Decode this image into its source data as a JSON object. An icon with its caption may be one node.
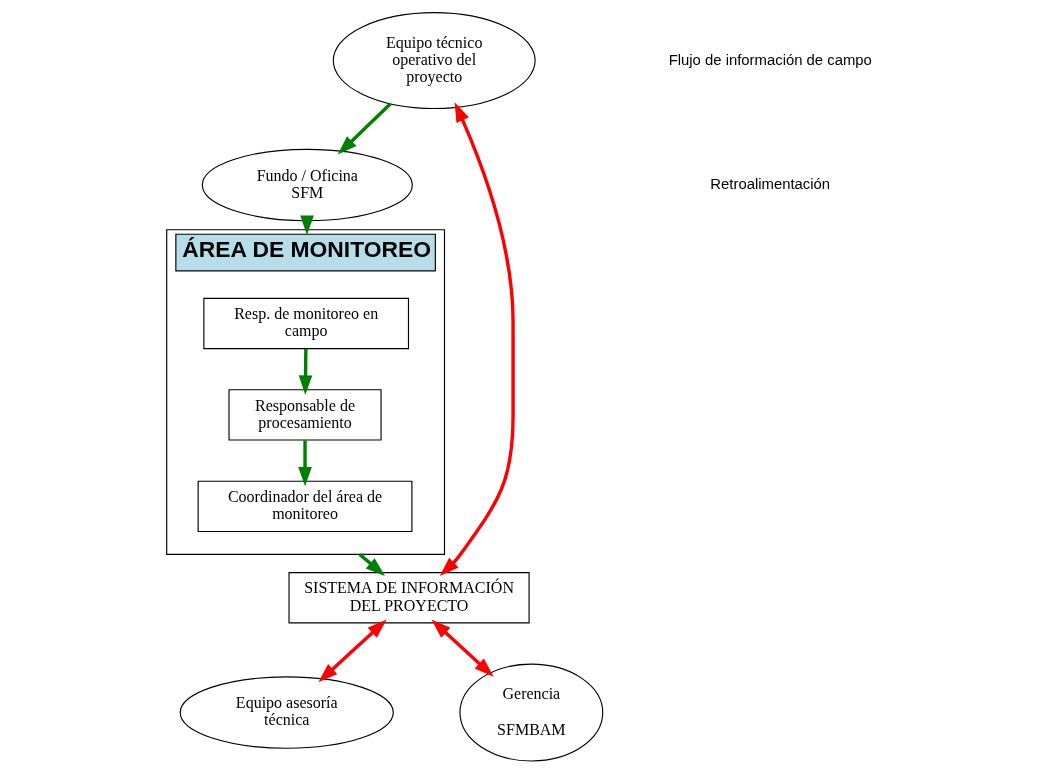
{
  "diagram": {
    "nodes": [
      {
        "text": [
          "ÁREA DE MONITOREO"
        ]
      },
      {
        "text": [
          "Fundo / Oficina SFM"
        ]
      },
      {
        "text": [
          "Resp. de monitoreo en campo"
        ],
        "in": 0
      },
      {
        "text": [
          "Responsable de procesamiento"
        ],
        "in": 0
      },
      {
        "text": [
          "Coordinador del área de monitoreo"
        ],
        "in": 0
      },
      {
        "text": [
          "Equipo técnico operativo del proyecto"
        ]
      },
      {
        "text": [
          "SISTEMA DE INFORMACIÓN DEL PROYECTO"
        ]
      },
      {
        "text": [
          "Equipo asesoría técnica"
        ]
      },
      {
        "text": [
          "Gerencia",
          "SFMBAM"
        ]
      }
    ],
    "edges": [
      {
        "from": 1,
        "to": 0,
        "arrow": "to"
      },
      {
        "from": 2,
        "to": 3,
        "arrow": "to"
      },
      {
        "from": 3,
        "to": 4,
        "arrow": "to"
      },
      {
        "from": 0,
        "to": 6,
        "arrow": "to"
      },
      {
        "from": 5,
        "to": 1,
        "arrow": "to"
      },
      {
        "from": 5,
        "to": 6,
        "arrow": "both",
        "color": "#ff0000"
      },
      {
        "from": 6,
        "to": 7,
        "arrow": "both",
        "color": "#ff0000"
      },
      {
        "from": 6,
        "to": 8,
        "arrow": "both",
        "color": "#ff0000"
      }
    ],
    "legend": [
      {
        "text": "Flujo de información de campo"
      },
      {
        "text": "Retroalimentación"
      }
    ]
  }
}
